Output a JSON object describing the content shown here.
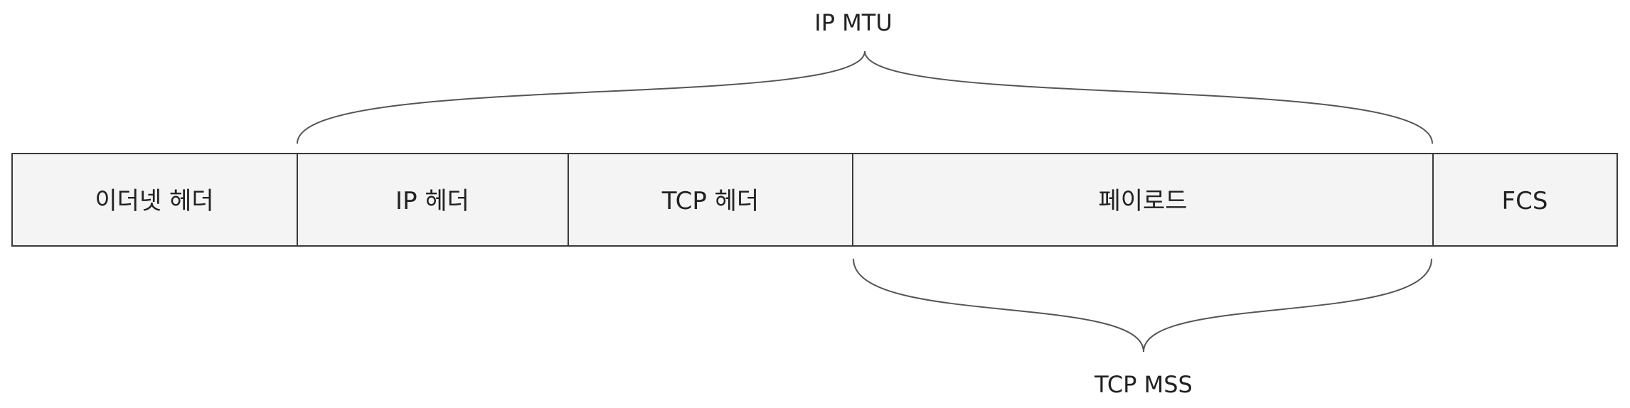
{
  "frame": {
    "segments": [
      {
        "id": "ethernet-header",
        "label": "이더넷 헤더"
      },
      {
        "id": "ip-header",
        "label": "IP 헤더"
      },
      {
        "id": "tcp-header",
        "label": "TCP 헤더"
      },
      {
        "id": "payload",
        "label": "페이로드"
      },
      {
        "id": "fcs",
        "label": "FCS"
      }
    ]
  },
  "braces": {
    "ip_mtu": {
      "label": "IP MTU",
      "spans": [
        "ip-header",
        "tcp-header",
        "payload"
      ],
      "side": "top"
    },
    "tcp_mss": {
      "label": "TCP MSS",
      "spans": [
        "payload"
      ],
      "side": "bottom"
    }
  },
  "colors": {
    "segment_fill": "#f4f4f4",
    "segment_stroke": "#3a3a3a",
    "brace_stroke": "#555555",
    "text": "#222222"
  }
}
